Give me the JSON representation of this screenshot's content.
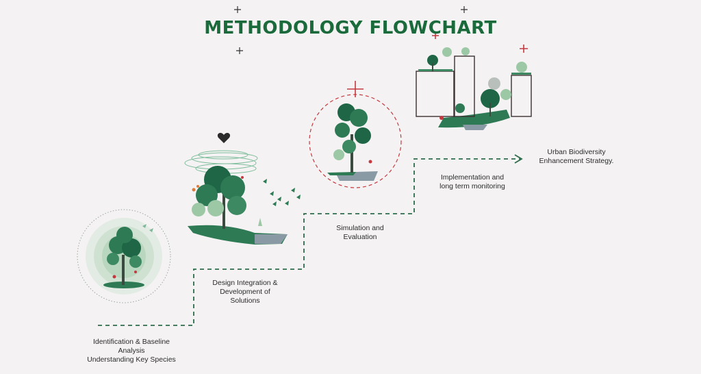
{
  "title": "METHODOLOGY FLOWCHART",
  "colors": {
    "title": "#1a6a3c",
    "dash": "#2d6b4c",
    "tree_dark": "#1e6645",
    "tree_mid": "#3d8a62",
    "tree_light": "#9cc8a6",
    "accent_red": "#c4393f",
    "ground_gray": "#8a9aa4",
    "background": "#f4f2f2"
  },
  "steps": [
    {
      "lines": [
        "Identification & Baseline",
        "Analysis",
        "Understanding Key Species"
      ],
      "icon": "tree-in-circle-icon"
    },
    {
      "lines": [
        "Design Integration &",
        "Development of",
        "Solutions"
      ],
      "icon": "trees-with-birds-icon"
    },
    {
      "lines": [
        "Simulation and",
        "Evaluation"
      ],
      "icon": "tree-in-dashed-circle-icon"
    },
    {
      "lines": [
        "Implementation and",
        "long term monitoring"
      ],
      "icon": "urban-green-buildings-icon"
    },
    {
      "lines": [
        "Urban Biodiversity",
        "Enhancement Strategy."
      ],
      "icon": "arrow-head-icon"
    }
  ]
}
